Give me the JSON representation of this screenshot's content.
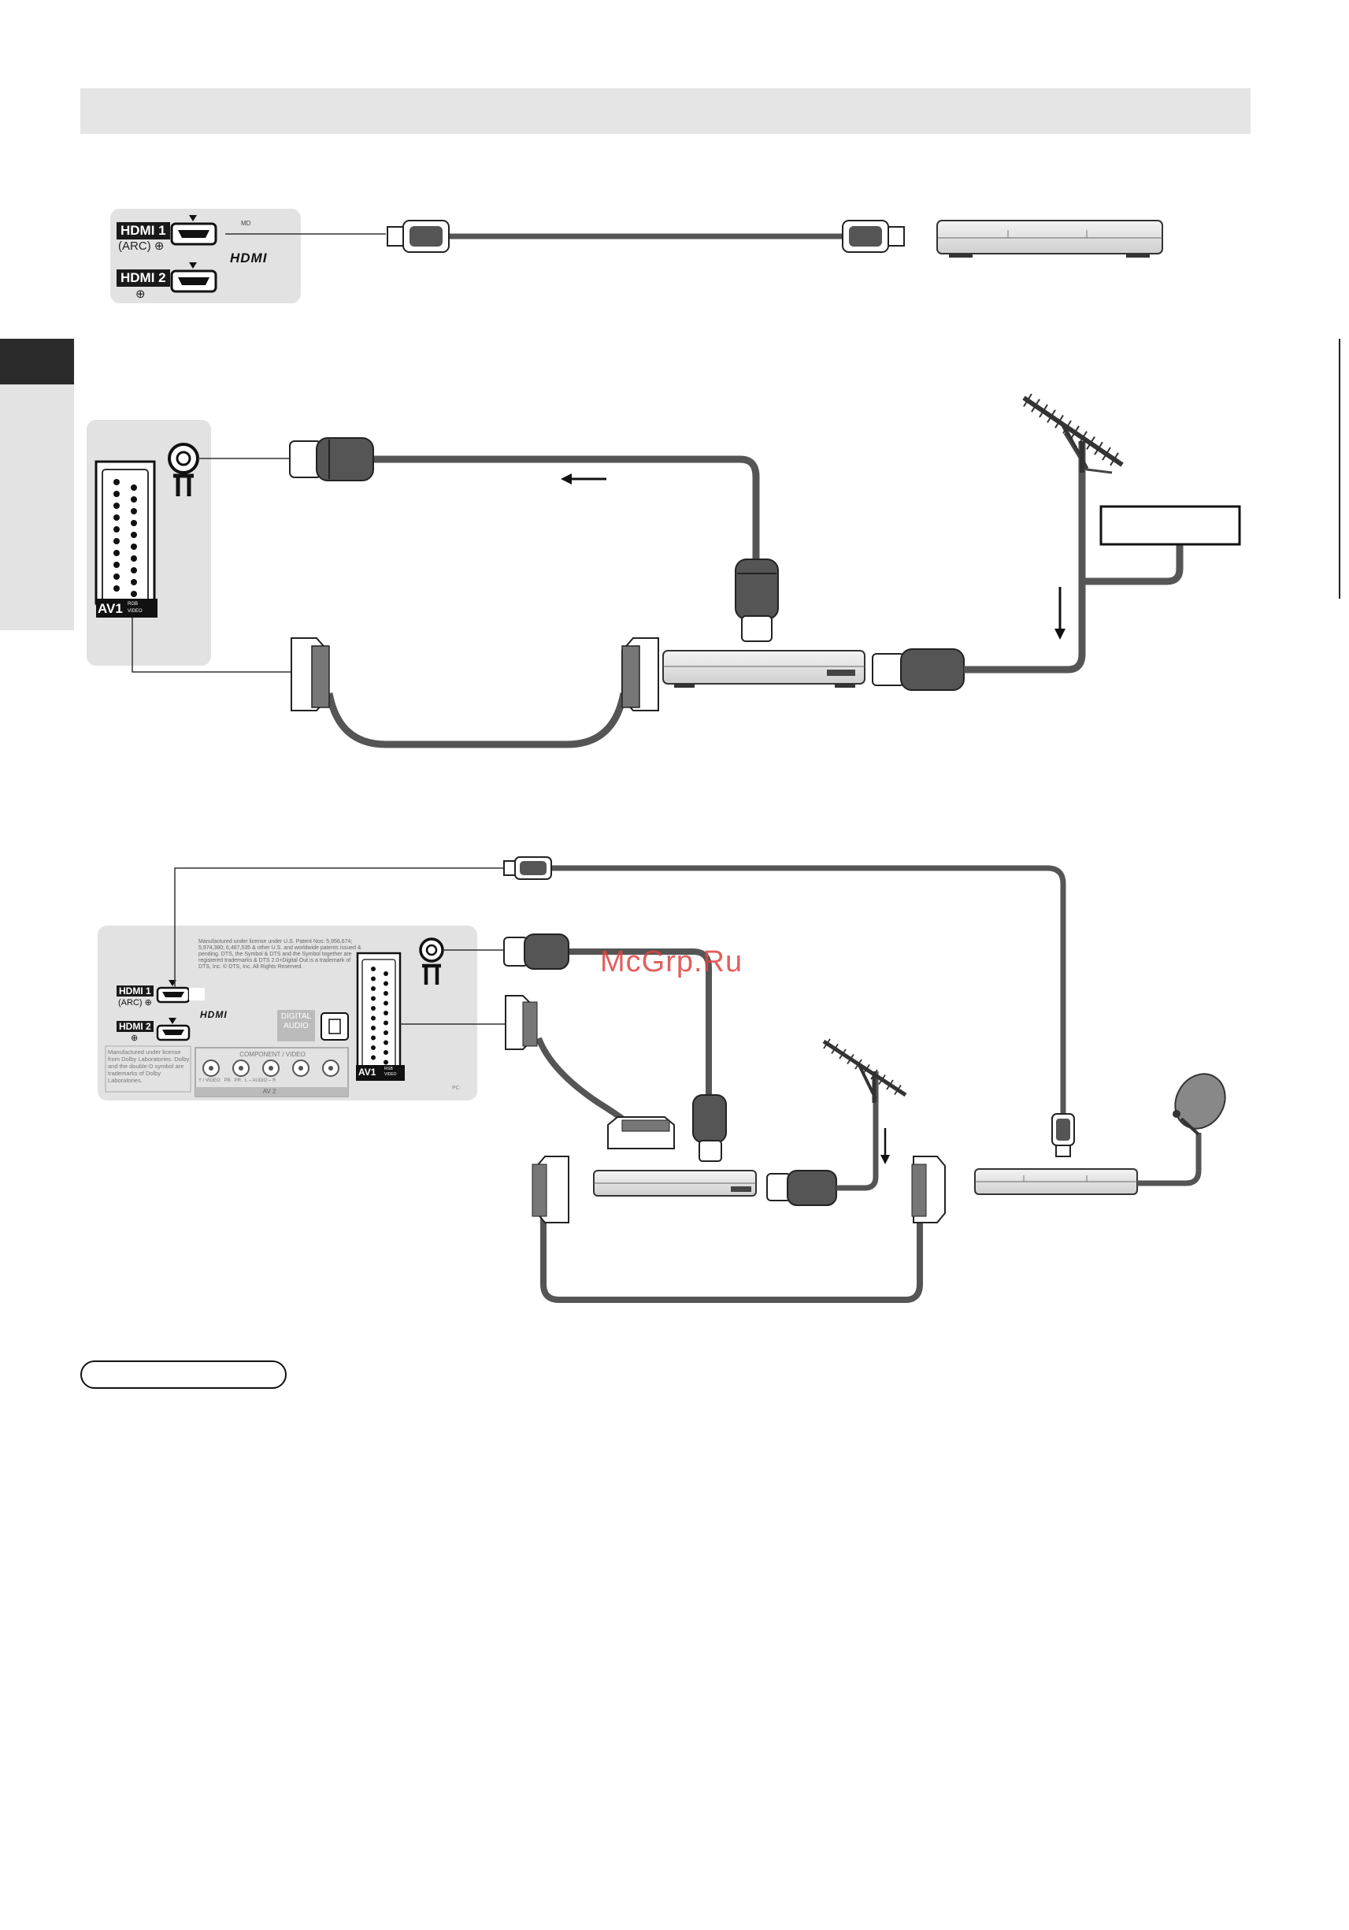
{
  "diagram1": {
    "hdmi1_label": "HDMI 1",
    "arc_label": "(ARC)",
    "hdmi2_label": "HDMI 2",
    "hdmi_logo": "HDMI",
    "mhl_mark": "MD"
  },
  "diagram2": {
    "av1_label": "AV1",
    "av1_sub_rgb": "RGB",
    "av1_sub_video": "VIDEO"
  },
  "diagram3": {
    "hdmi1_label": "HDMI 1",
    "arc_label": "(ARC)",
    "hdmi2_label": "HDMI 2",
    "hdmi_logo": "HDMI",
    "digital_audio_label": "DIGITAL AUDIO",
    "component_label": "COMPONENT / VIDEO",
    "component_sub": "Y / VIDEO   PB   PR   L – AUDIO – R",
    "av2_label": "AV 2",
    "av1_label": "AV1",
    "av1_sub_rgb": "RGB",
    "av1_sub_video": "VIDEO",
    "dolby_note": "Manufactured under license from Dolby Laboratories. Dolby and the double-D symbol are trademarks of Dolby Laboratories.",
    "dts_note": "Manufactured under license under U.S. Patent Nos: 5,956,674; 5,974,380; 6,487,535 & other U.S. and worldwide patents issued & pending. DTS, the Symbol & DTS and the Symbol together are registered trademarks & DTS 2.0+Digital Out is a trademark of DTS, Inc. © DTS, Inc. All Rights Reserved.",
    "pc_label": "PC"
  },
  "watermark": "McGrp.Ru",
  "icons": [
    "hdmi-port-icon",
    "antenna-icon",
    "satellite-dish-icon",
    "scart-connector-icon",
    "rf-plug-icon",
    "arrow-left-icon",
    "arrow-down-icon"
  ]
}
